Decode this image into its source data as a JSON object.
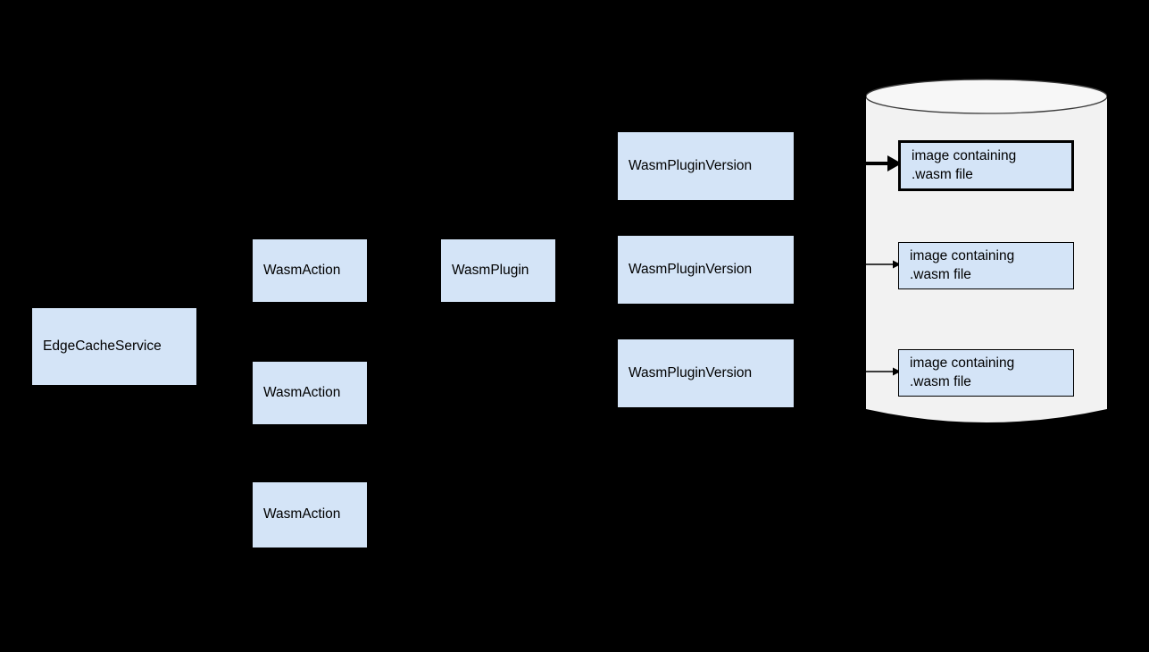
{
  "diagram": {
    "title": "Wasm plugin resource relationship diagram",
    "background_color": "#000000",
    "node_fill_color": "#d4e4f7",
    "node_text_color": "#000000",
    "cylinder_fill_color": "#f2f2f2",
    "cylinder_stroke_color": "#3c3c3c",
    "arrow_color": "#000000"
  },
  "nodes": {
    "edge_cache_service": {
      "label": "EdgeCacheService"
    },
    "wasm_action_1": {
      "label": "WasmAction"
    },
    "wasm_action_2": {
      "label": "WasmAction"
    },
    "wasm_action_3": {
      "label": "WasmAction"
    },
    "wasm_plugin": {
      "label": "WasmPlugin"
    },
    "wasm_plugin_version_1": {
      "label": "WasmPluginVersion"
    },
    "wasm_plugin_version_2": {
      "label": "WasmPluginVersion"
    },
    "wasm_plugin_version_3": {
      "label": "WasmPluginVersion"
    },
    "image_1": {
      "line1": "image containing",
      "line2": ".wasm file"
    },
    "image_2": {
      "line1": "image containing",
      "line2": ".wasm file"
    },
    "image_3": {
      "line1": "image containing",
      "line2": ".wasm file"
    }
  },
  "datastore": {
    "name": "image-registry-cylinder"
  }
}
